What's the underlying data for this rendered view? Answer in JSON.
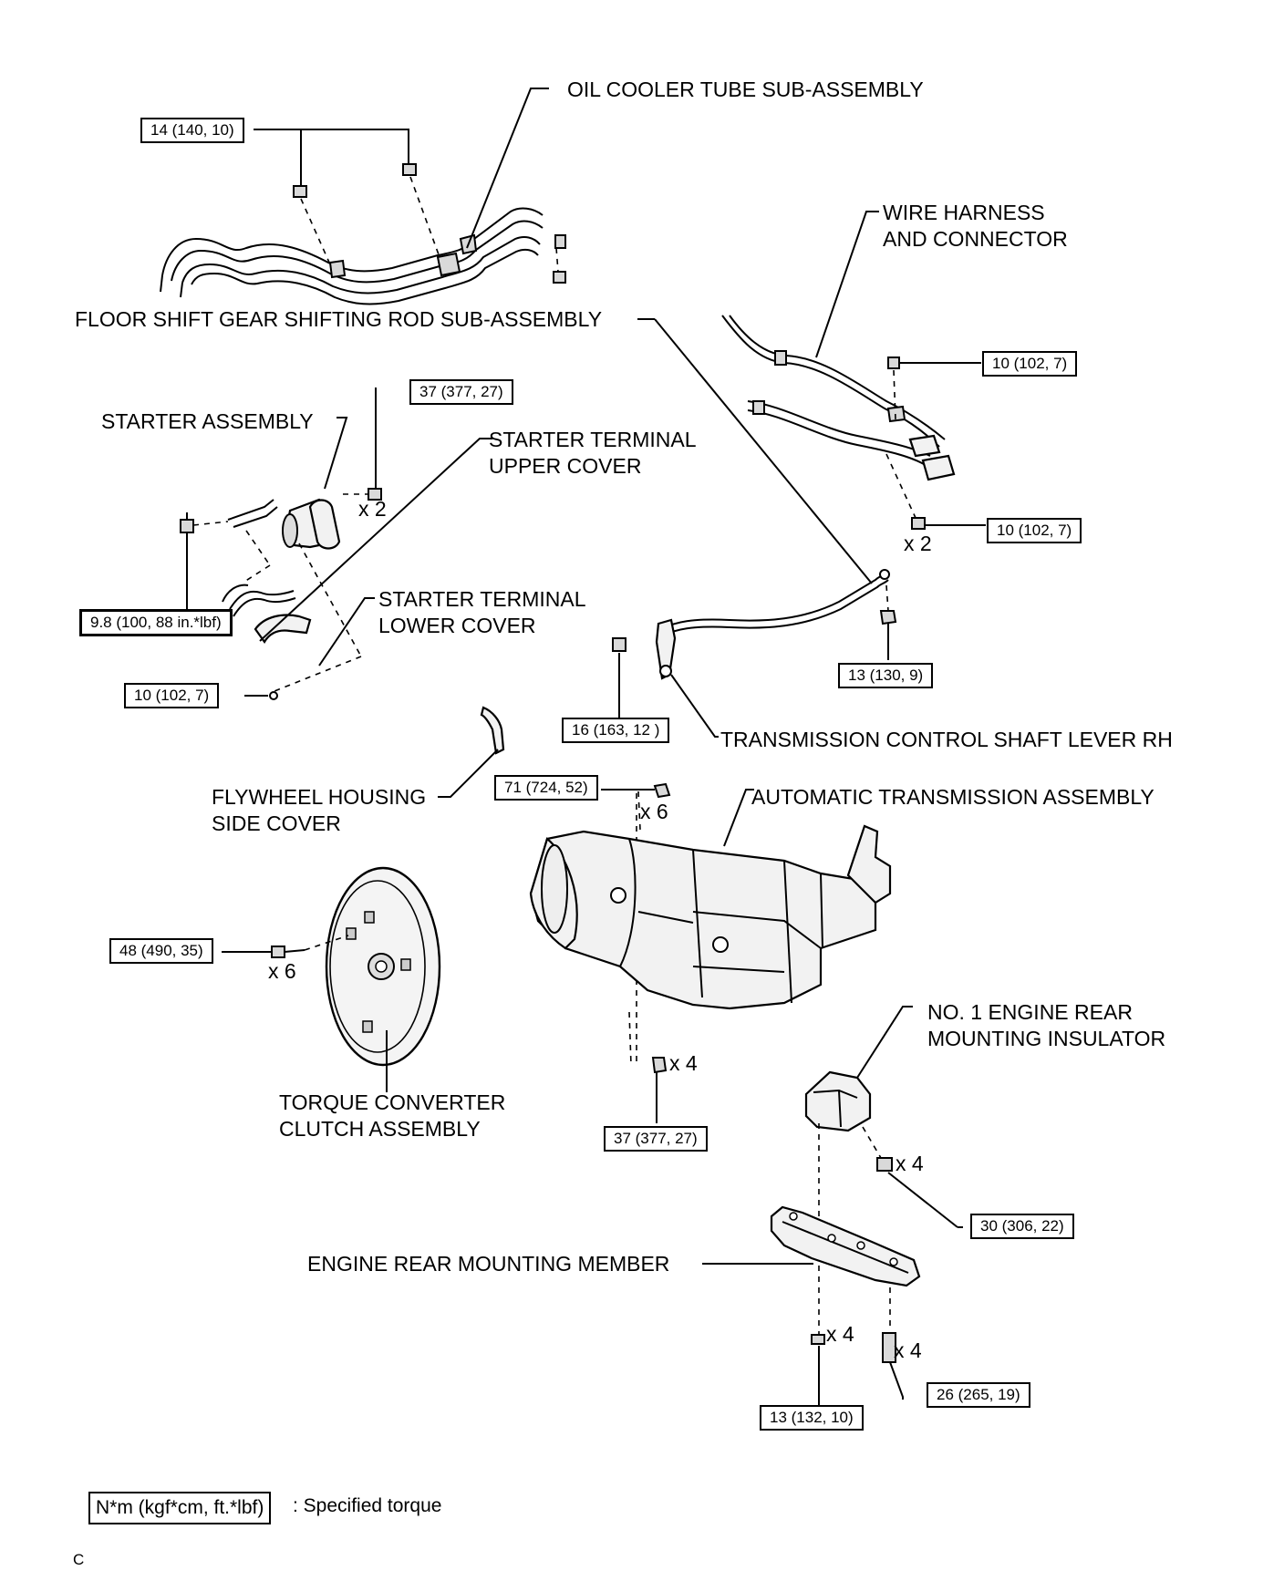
{
  "labels": {
    "oil_cooler_tube": "OIL COOLER TUBE SUB-ASSEMBLY",
    "wire_harness_l1": "WIRE HARNESS",
    "wire_harness_l2": "AND CONNECTOR",
    "floor_shift_rod": "FLOOR SHIFT GEAR SHIFTING ROD SUB-ASSEMBLY",
    "starter_assembly": "STARTER ASSEMBLY",
    "starter_upper_l1": "STARTER TERMINAL",
    "starter_upper_l2": "UPPER COVER",
    "starter_lower_l1": "STARTER TERMINAL",
    "starter_lower_l2": "LOWER COVER",
    "trans_control_lever": "TRANSMISSION CONTROL SHAFT LEVER RH",
    "flywheel_cover_l1": "FLYWHEEL HOUSING",
    "flywheel_cover_l2": "SIDE COVER",
    "auto_trans": "AUTOMATIC TRANSMISSION ASSEMBLY",
    "torque_conv_l1": "TORQUE CONVERTER",
    "torque_conv_l2": "CLUTCH ASSEMBLY",
    "rear_insulator_l1": "NO. 1 ENGINE REAR",
    "rear_insulator_l2": "MOUNTING INSULATOR",
    "rear_member": "ENGINE REAR MOUNTING MEMBER"
  },
  "torques": {
    "oil_cooler_bolts": "14 (140, 10)",
    "harness_upper": "10 (102, 7)",
    "harness_lower": "10 (102, 7)",
    "starter_bolts": "37 (377, 27)",
    "starter_nut": "9.8 (100, 88 in.*lbf)",
    "starter_cover_nut": "10 (102, 7)",
    "shift_rod_nut": "13 (130, 9)",
    "control_lever_nut": "16 (163, 12 )",
    "trans_upper_bolts": "71 (724, 52)",
    "converter_bolts": "48 (490, 35)",
    "trans_lower_bolts": "37 (377, 27)",
    "insulator_bolts": "30 (306, 22)",
    "member_nuts": "13 (132, 10)",
    "member_bolts": "26 (265, 19)"
  },
  "counts": {
    "starter_bolts": "x 2",
    "harness_bolts": "x 2",
    "trans_upper_bolts": "x 6",
    "converter_bolts": "x 6",
    "trans_lower_bolts": "x 4",
    "insulator_bolts": "x 4",
    "member_nuts": "x 4",
    "member_bolts": "x 4"
  },
  "legend": {
    "unit_box": "N*m (kgf*cm, ft.*lbf)",
    "text": ": Specified torque"
  },
  "footer": {
    "code": "C"
  }
}
